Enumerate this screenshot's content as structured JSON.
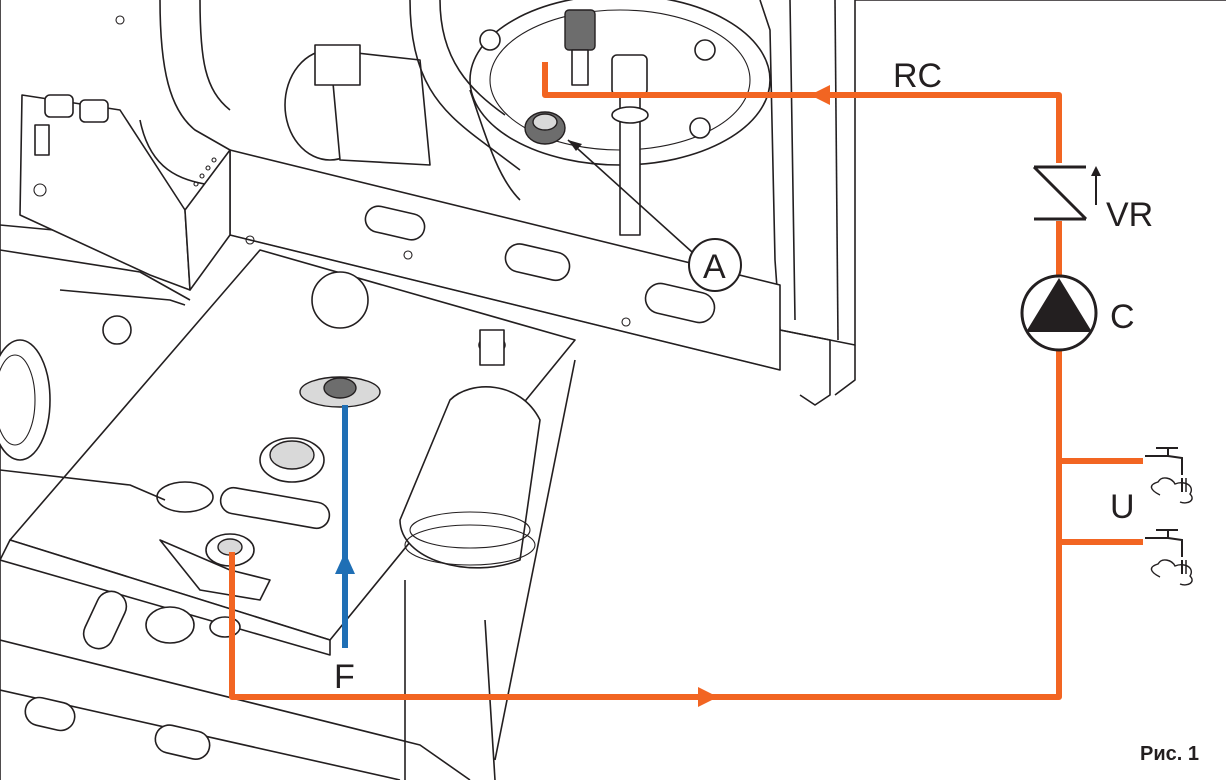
{
  "labels": {
    "rc": "RC",
    "vr": "VR",
    "c": "C",
    "a": "A",
    "u": "U",
    "f": "F",
    "figure": "Рис. 1"
  },
  "colors": {
    "hot_water_line": "#f26522",
    "cold_water_line": "#1f6fb5",
    "ink": "#231f20"
  },
  "icons": [
    "check-valve-icon",
    "pump-icon",
    "tap-icon"
  ]
}
